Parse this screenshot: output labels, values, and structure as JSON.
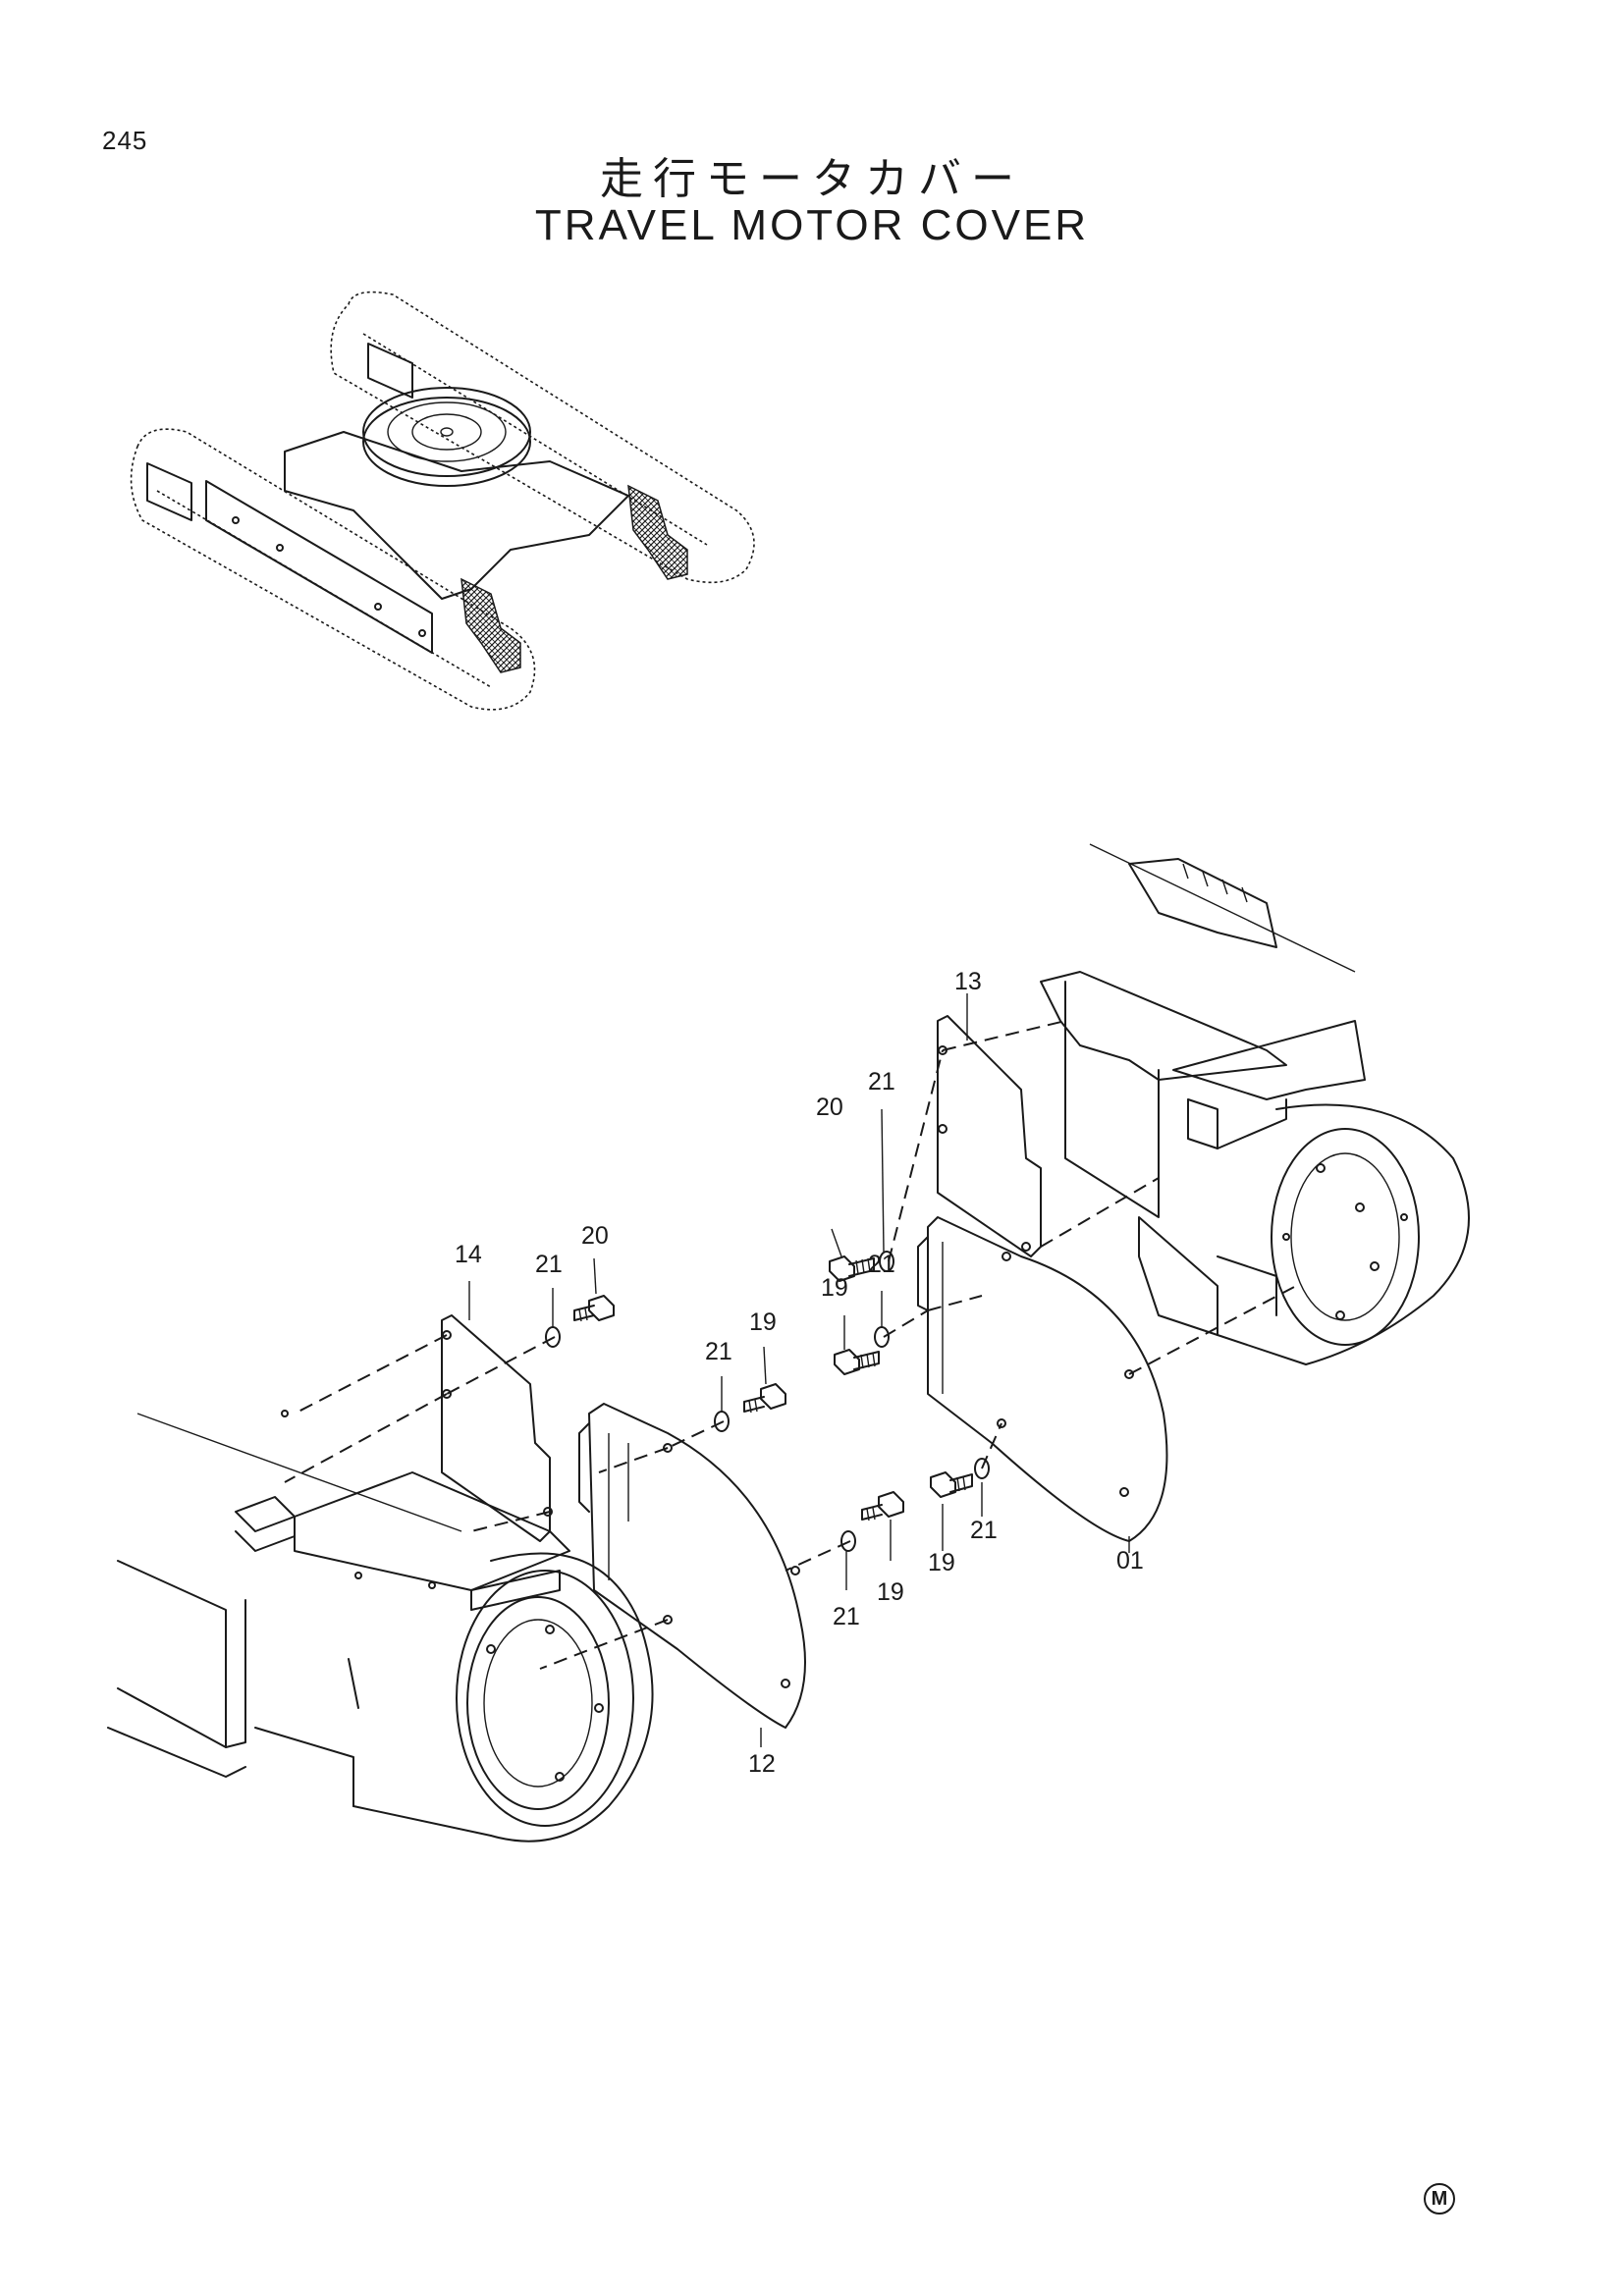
{
  "page_number": "245",
  "title_jp": "走行モータカバー",
  "title_en": "TRAVEL MOTOR COVER",
  "callouts": {
    "c01": "01",
    "c12": "12",
    "c13": "13",
    "c14": "14",
    "c19a": "19",
    "c19b": "19",
    "c19c": "19",
    "c19d": "19",
    "c20a": "20",
    "c20b": "20",
    "c21a": "21",
    "c21b": "21",
    "c21c": "21",
    "c21d": "21",
    "c21e": "21"
  },
  "corner_mark": "M"
}
